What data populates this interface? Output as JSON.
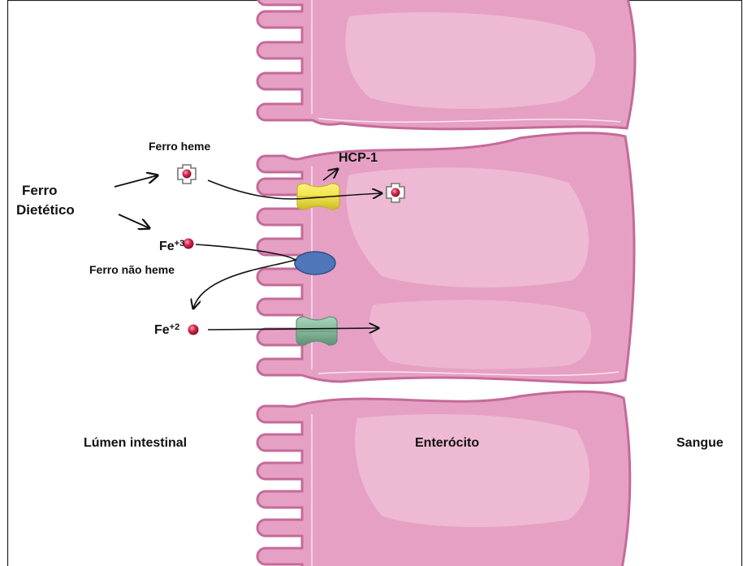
{
  "labels": {
    "ferro_dietetico_line1": "Ferro",
    "ferro_dietetico_line2": "Dietético",
    "ferro_heme": "Ferro heme",
    "hcp1": "HCP-1",
    "fe3_base": "Fe",
    "fe3_charge": "+3",
    "ferro_nao_heme": "Ferro não heme",
    "fe2_base": "Fe",
    "fe2_charge": "+2",
    "lumen": "Lúmen intestinal",
    "enterocito": "Enterócito",
    "sangue": "Sangue"
  },
  "colors": {
    "cell_fill": "#e6a0c4",
    "cell_highlight": "#efbdd6",
    "cell_outline": "#c46b98",
    "hcp1_transporter": "#f1e44a",
    "dcytb_enzyme": "#4f76b8",
    "dmt1_transporter": "#86b89b",
    "iron_ion": "#c4173c"
  }
}
